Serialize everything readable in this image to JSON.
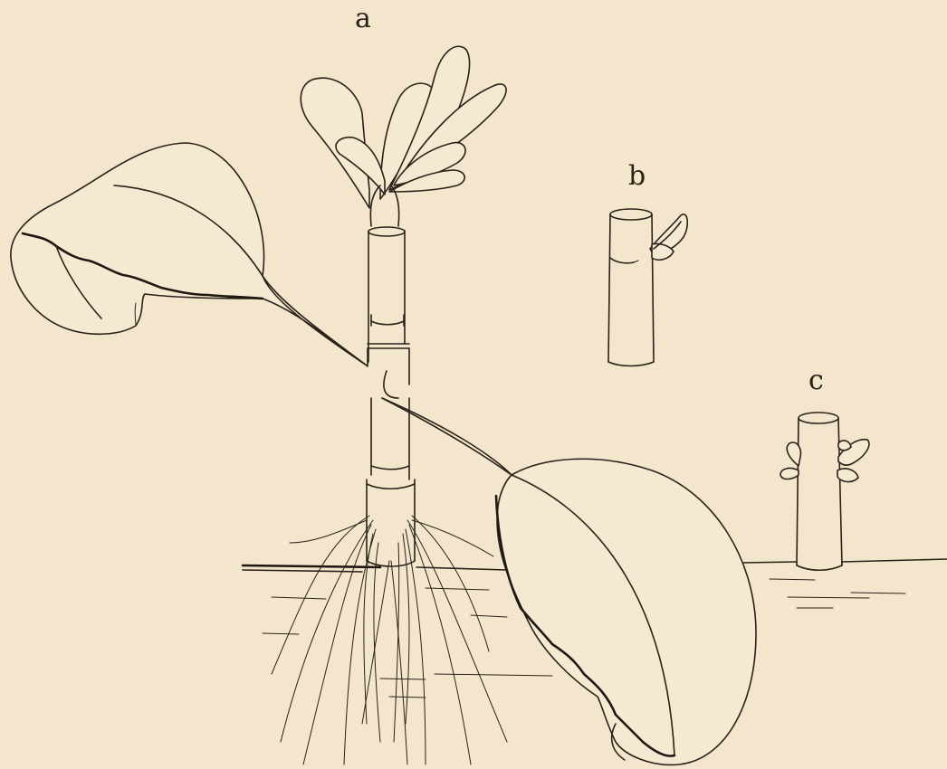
{
  "figure": {
    "labels": {
      "a": "a",
      "b": "b",
      "c": "c"
    },
    "background_color": "#f3e6cd",
    "ink_color": "#2a2219"
  }
}
